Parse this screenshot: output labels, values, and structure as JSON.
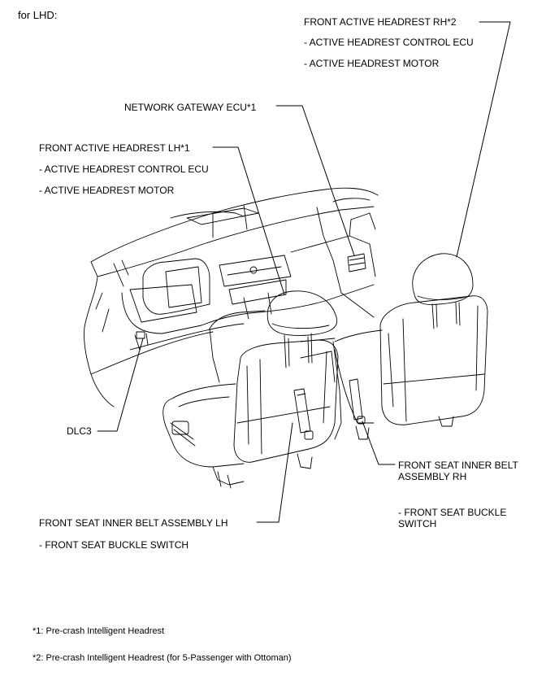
{
  "header": {
    "variant": "for LHD:"
  },
  "labels": {
    "rh_headrest": {
      "title": "FRONT ACTIVE HEADREST RH*2",
      "items": [
        "- ACTIVE HEADREST CONTROL ECU",
        "- ACTIVE HEADREST MOTOR"
      ]
    },
    "gateway": {
      "title": "NETWORK GATEWAY ECU*1"
    },
    "lh_headrest": {
      "title": "FRONT ACTIVE HEADREST LH*1",
      "items": [
        "- ACTIVE HEADREST CONTROL ECU",
        "- ACTIVE HEADREST MOTOR"
      ]
    },
    "dlc3": {
      "title": "DLC3"
    },
    "rh_belt": {
      "title_line1": "FRONT SEAT INNER BELT",
      "title_line2": "ASSEMBLY RH",
      "item_line1": "- FRONT SEAT BUCKLE",
      "item_line2": "SWITCH"
    },
    "lh_belt": {
      "title": "FRONT SEAT INNER BELT ASSEMBLY LH",
      "items": [
        "- FRONT SEAT BUCKLE SWITCH"
      ]
    }
  },
  "footnotes": [
    "*1: Pre-crash Intelligent Headrest",
    "*2: Pre-crash Intelligent Headrest (for 5-Passenger with Ottoman)"
  ]
}
